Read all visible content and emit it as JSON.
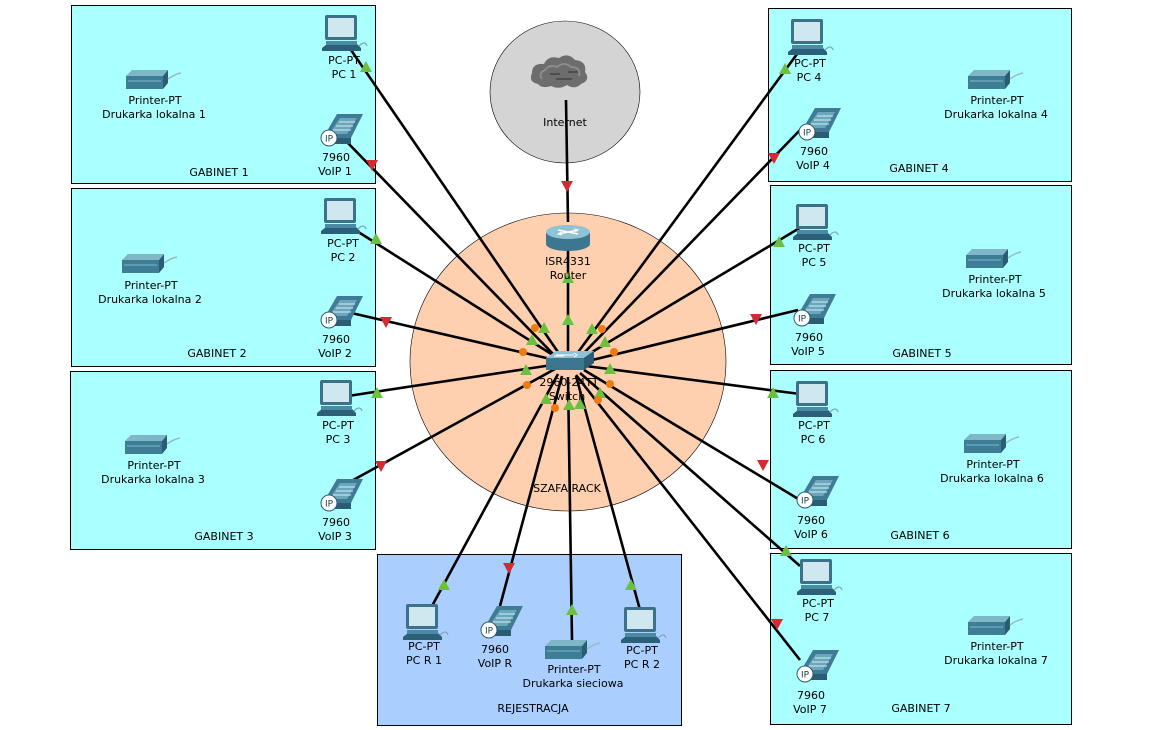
{
  "clouds": {
    "internet": {
      "label": "Internet"
    },
    "rack": {
      "label": "SZAFA RACK"
    }
  },
  "core": {
    "router": {
      "model": "ISR4331",
      "name": "Router"
    },
    "switch": {
      "model": "2960-24TT",
      "name": "Switch"
    }
  },
  "rooms": [
    {
      "label": "GABINET 1",
      "pc": {
        "model": "PC-PT",
        "name": "PC 1"
      },
      "phone": {
        "model": "7960",
        "name": "VoIP 1"
      },
      "printer": {
        "model": "Printer-PT",
        "name": "Drukarka lokalna 1"
      }
    },
    {
      "label": "GABINET 2",
      "pc": {
        "model": "PC-PT",
        "name": "PC 2"
      },
      "phone": {
        "model": "7960",
        "name": "VoIP 2"
      },
      "printer": {
        "model": "Printer-PT",
        "name": "Drukarka lokalna 2"
      }
    },
    {
      "label": "GABINET 3",
      "pc": {
        "model": "PC-PT",
        "name": "PC 3"
      },
      "phone": {
        "model": "7960",
        "name": "VoIP 3"
      },
      "printer": {
        "model": "Printer-PT",
        "name": "Drukarka lokalna 3"
      }
    },
    {
      "label": "GABINET 4",
      "pc": {
        "model": "PC-PT",
        "name": "PC 4"
      },
      "phone": {
        "model": "7960",
        "name": "VoIP 4"
      },
      "printer": {
        "model": "Printer-PT",
        "name": "Drukarka lokalna 4"
      }
    },
    {
      "label": "GABINET 5",
      "pc": {
        "model": "PC-PT",
        "name": "PC 5"
      },
      "phone": {
        "model": "7960",
        "name": "VoIP 5"
      },
      "printer": {
        "model": "Printer-PT",
        "name": "Drukarka lokalna 5"
      }
    },
    {
      "label": "GABINET 6",
      "pc": {
        "model": "PC-PT",
        "name": "PC 6"
      },
      "phone": {
        "model": "7960",
        "name": "VoIP 6"
      },
      "printer": {
        "model": "Printer-PT",
        "name": "Drukarka lokalna 6"
      }
    },
    {
      "label": "GABINET 7",
      "pc": {
        "model": "PC-PT",
        "name": "PC 7"
      },
      "phone": {
        "model": "7960",
        "name": "VoIP 7"
      },
      "printer": {
        "model": "Printer-PT",
        "name": "Drukarka lokalna 7"
      }
    }
  ],
  "reception": {
    "label": "REJESTRACJA",
    "pc1": {
      "model": "PC-PT",
      "name": "PC R 1"
    },
    "phone": {
      "model": "7960",
      "name": "VoIP R"
    },
    "printer": {
      "model": "Printer-PT",
      "name": "Drukarka sieciowa"
    },
    "pc2": {
      "model": "PC-PT",
      "name": "PC R 2"
    }
  },
  "colors": {
    "room": "#aaffff",
    "reception": "#aacfff",
    "rack": "#ffd0b0",
    "internet": "#d4d4d4",
    "link_up": "#6cbf3f",
    "link_down": "#d42a32",
    "link_pending": "#f07a12"
  },
  "links": [
    {
      "from": "Router",
      "to": "Internet",
      "status": "down"
    },
    {
      "from": "Switch",
      "to": "Router",
      "status": "up"
    },
    {
      "from": "Switch",
      "to": "PC 1",
      "status": "up"
    },
    {
      "from": "Switch",
      "to": "VoIP 1",
      "status": "down"
    },
    {
      "from": "Switch",
      "to": "PC 2",
      "status": "up"
    },
    {
      "from": "Switch",
      "to": "VoIP 2",
      "status": "down"
    },
    {
      "from": "Switch",
      "to": "PC 3",
      "status": "up"
    },
    {
      "from": "Switch",
      "to": "VoIP 3",
      "status": "down"
    },
    {
      "from": "Switch",
      "to": "PC 4",
      "status": "up"
    },
    {
      "from": "Switch",
      "to": "VoIP 4",
      "status": "down"
    },
    {
      "from": "Switch",
      "to": "PC 5",
      "status": "up"
    },
    {
      "from": "Switch",
      "to": "VoIP 5",
      "status": "down"
    },
    {
      "from": "Switch",
      "to": "PC 6",
      "status": "up"
    },
    {
      "from": "Switch",
      "to": "VoIP 6",
      "status": "down"
    },
    {
      "from": "Switch",
      "to": "PC 7",
      "status": "up"
    },
    {
      "from": "Switch",
      "to": "VoIP 7",
      "status": "down"
    },
    {
      "from": "Switch",
      "to": "PC R 1",
      "status": "up"
    },
    {
      "from": "Switch",
      "to": "VoIP R",
      "status": "down"
    },
    {
      "from": "Switch",
      "to": "Drukarka sieciowa",
      "status": "up"
    },
    {
      "from": "Switch",
      "to": "PC R 2",
      "status": "up"
    }
  ]
}
